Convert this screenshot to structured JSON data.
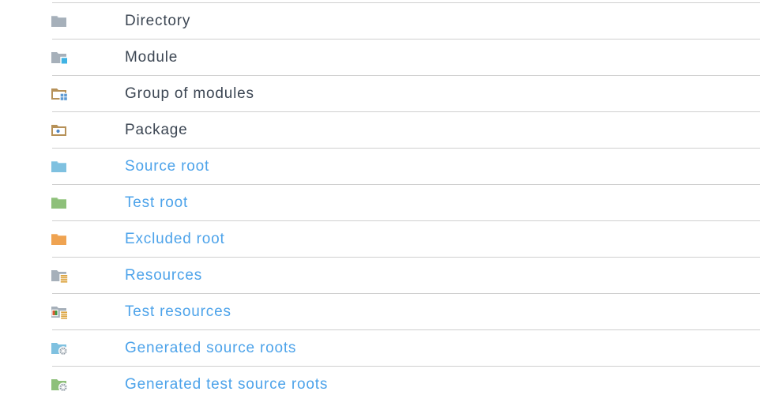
{
  "table": {
    "rows": [
      {
        "icon": "directory-folder-icon",
        "label": "Directory",
        "is_link": false
      },
      {
        "icon": "module-folder-icon",
        "label": "Module",
        "is_link": false
      },
      {
        "icon": "group-of-modules-folder-icon",
        "label": "Group of modules",
        "is_link": false
      },
      {
        "icon": "package-folder-icon",
        "label": "Package",
        "is_link": false
      },
      {
        "icon": "source-root-folder-icon",
        "label": "Source root",
        "is_link": true
      },
      {
        "icon": "test-root-folder-icon",
        "label": "Test root",
        "is_link": true
      },
      {
        "icon": "excluded-root-folder-icon",
        "label": "Excluded root",
        "is_link": true
      },
      {
        "icon": "resources-folder-icon",
        "label": "Resources",
        "is_link": true
      },
      {
        "icon": "test-resources-folder-icon",
        "label": "Test resources",
        "is_link": true
      },
      {
        "icon": "generated-source-roots-folder-icon",
        "label": "Generated source roots",
        "is_link": true
      },
      {
        "icon": "generated-test-source-roots-folder-icon",
        "label": "Generated test source roots",
        "is_link": true
      }
    ],
    "colors": {
      "text": "#3c4653",
      "link": "#4da3ea",
      "row_separator": "#cfcfcf",
      "folder_gray": "#a6b0ba",
      "folder_blue": "#7fc1e0",
      "folder_green": "#8ec07a",
      "folder_orange": "#efa351",
      "folder_outline_tan": "#b69158",
      "module_square_blue": "#3fb3e4",
      "group_squares_blue": "#5e9bd3",
      "package_dot_blue": "#4e86c6",
      "resource_lines_gold": "#dca43f",
      "gear_gray": "#8e9aa4",
      "test_marker_red": "#de5833",
      "test_marker_green": "#3f9c46"
    }
  }
}
